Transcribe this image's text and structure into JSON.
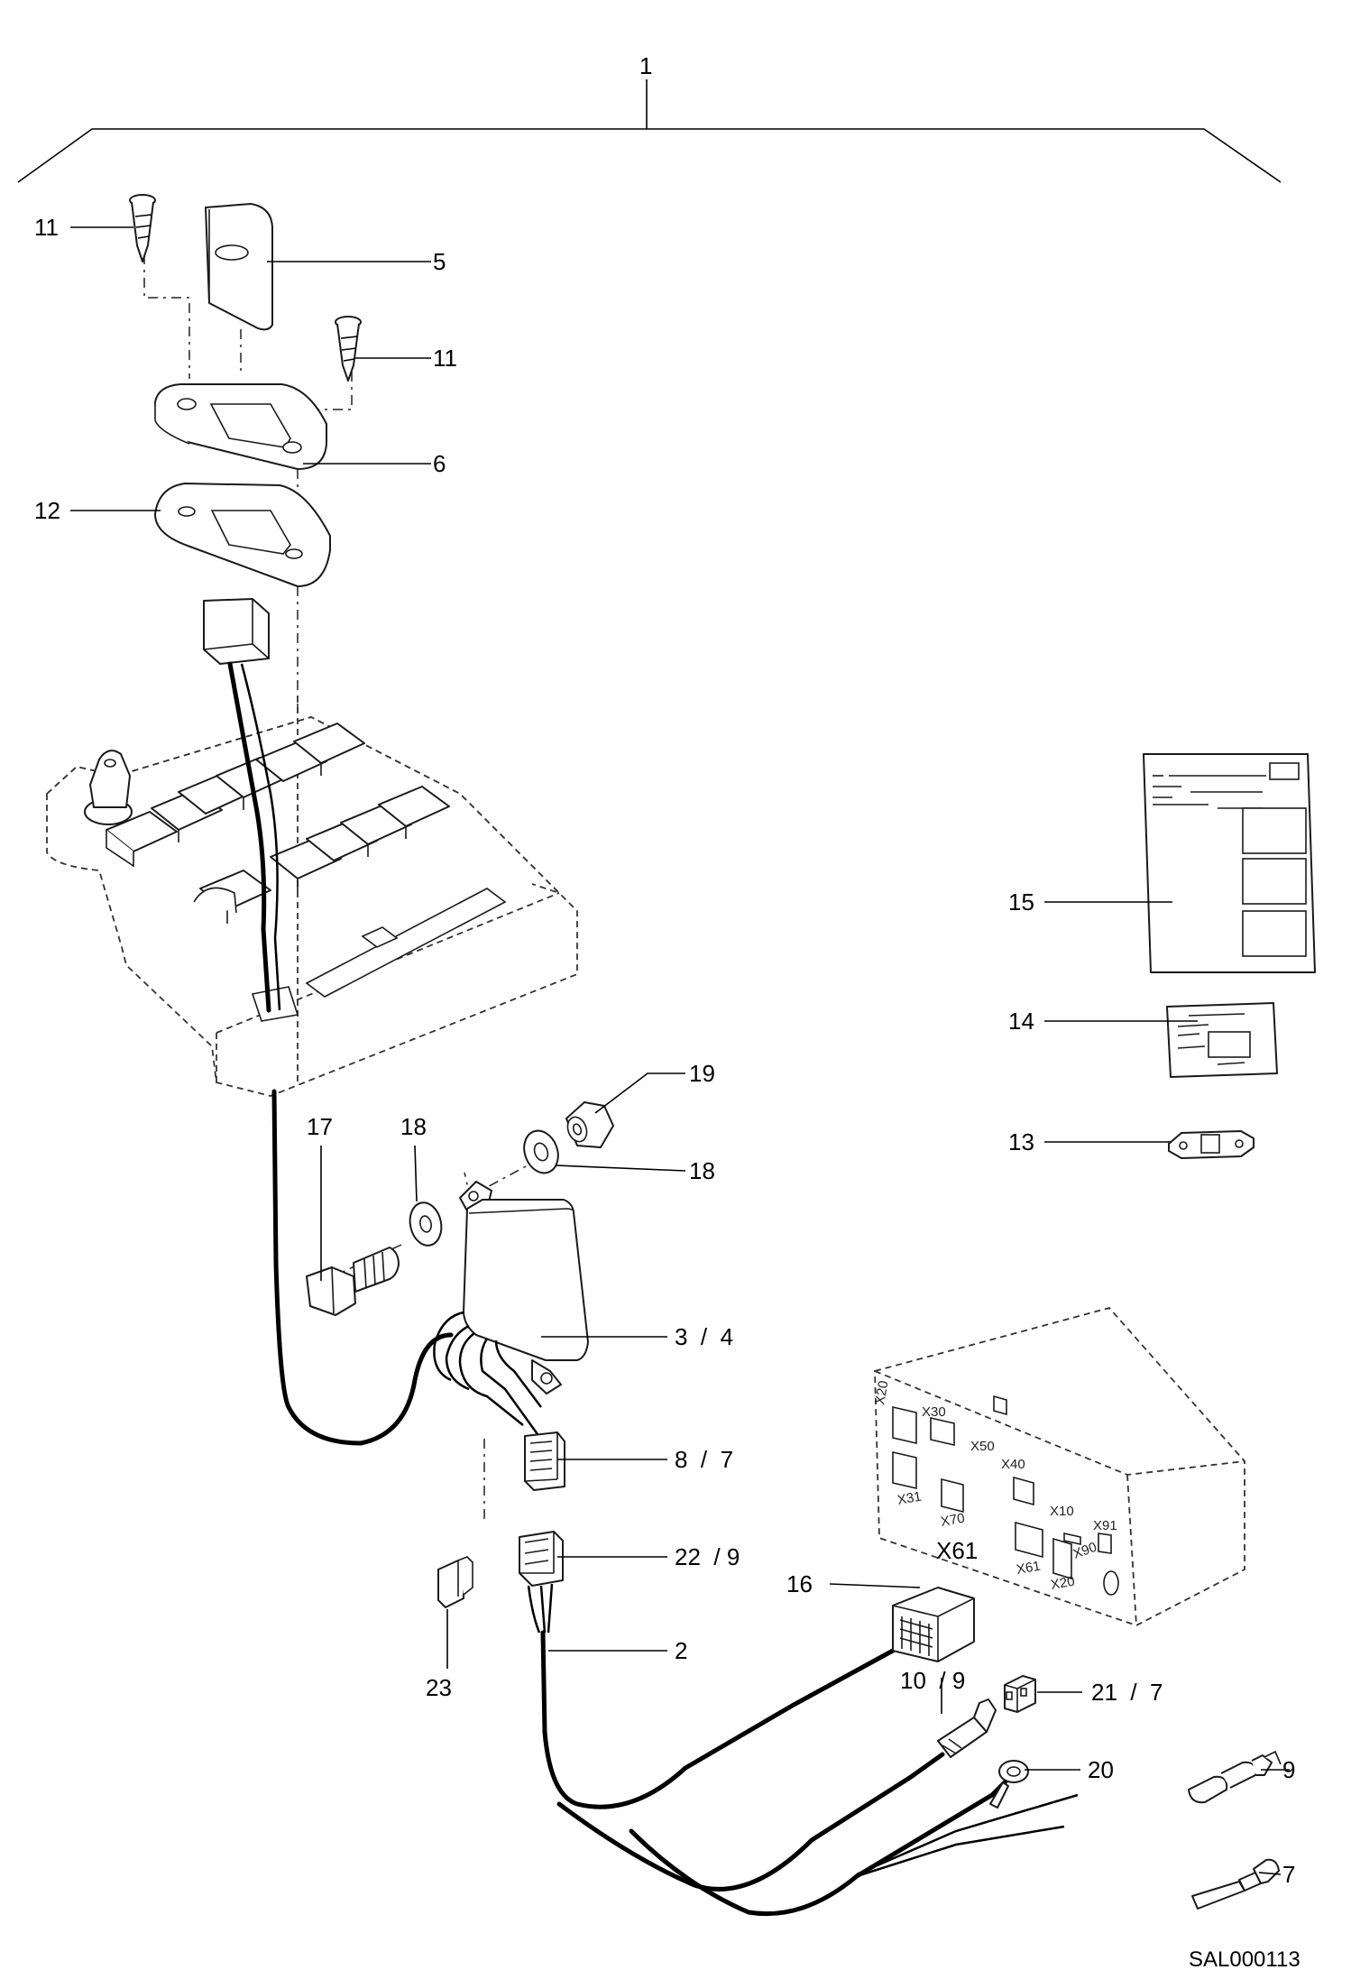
{
  "callouts": {
    "c1": "1",
    "c11a": "11",
    "c11b": "11",
    "c5": "5",
    "c6": "6",
    "c12": "12",
    "c15": "15",
    "c14": "14",
    "c13": "13",
    "c17": "17",
    "c18a": "18",
    "c18b": "18",
    "c19": "19",
    "c3_4": "3  /  4",
    "c8_7": "8  /  7",
    "c22_9": "22  / 9",
    "c16": "16",
    "c2": "2",
    "c23": "23",
    "c10_9": "10  / 9",
    "c21_7": "21  /  7",
    "c20": "20",
    "c9": "9",
    "c7": "7"
  },
  "connector_labels": {
    "x61_main": "X61",
    "x20_top": "X20",
    "x30": "X30",
    "x50": "X50",
    "x40": "X40",
    "x31": "X31",
    "x70": "X70",
    "x10": "X10",
    "x91": "X91",
    "x61": "X61",
    "x90": "X90",
    "x20_bottom": "X20"
  },
  "drawing_ref": "SAL000113"
}
